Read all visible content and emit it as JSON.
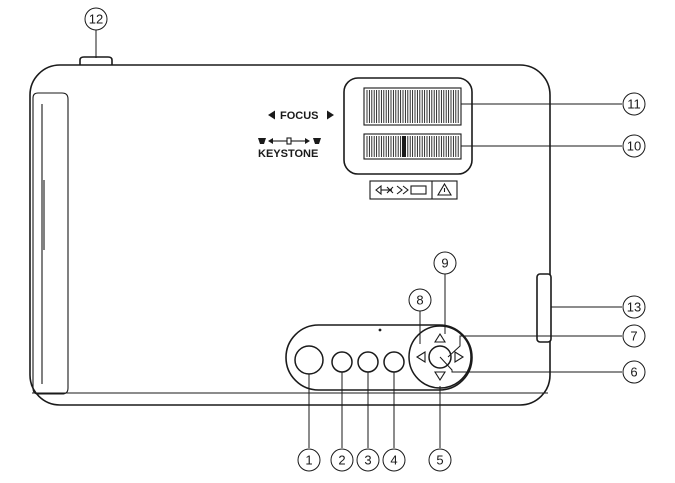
{
  "labels": {
    "focus": "FOCUS",
    "keystone": "KEYSTONE"
  },
  "callouts": [
    {
      "id": "c1",
      "num": "1"
    },
    {
      "id": "c2",
      "num": "2"
    },
    {
      "id": "c3",
      "num": "3"
    },
    {
      "id": "c4",
      "num": "4"
    },
    {
      "id": "c5",
      "num": "5"
    },
    {
      "id": "c6",
      "num": "6"
    },
    {
      "id": "c7",
      "num": "7"
    },
    {
      "id": "c8",
      "num": "8"
    },
    {
      "id": "c9",
      "num": "9"
    },
    {
      "id": "c10",
      "num": "10"
    },
    {
      "id": "c11",
      "num": "11"
    },
    {
      "id": "c12",
      "num": "12"
    },
    {
      "id": "c13",
      "num": "13"
    }
  ],
  "colors": {
    "line": "#1a1a1a",
    "background": "#ffffff"
  }
}
